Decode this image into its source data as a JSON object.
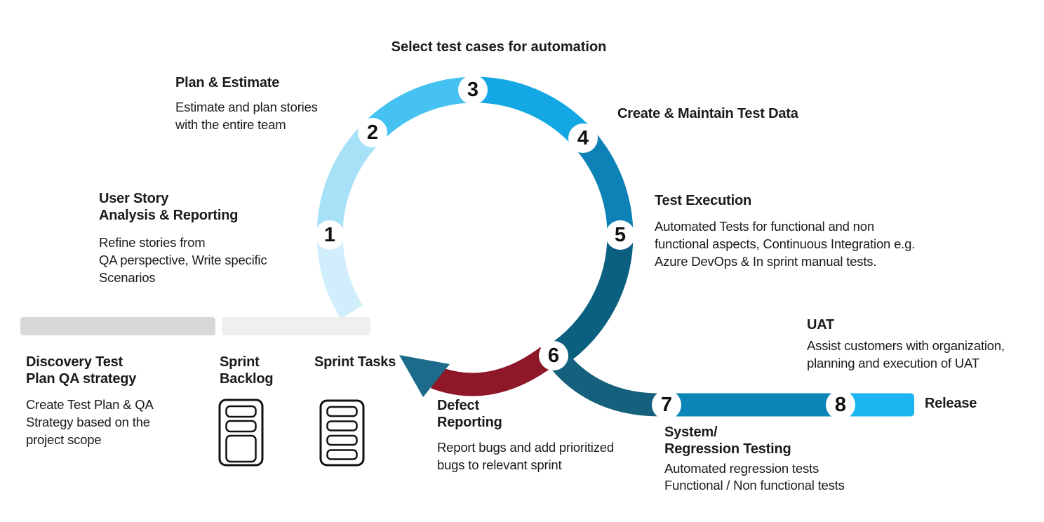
{
  "top_title": "Select test cases for automation",
  "step_numbers": [
    "1",
    "2",
    "3",
    "4",
    "5",
    "6",
    "7",
    "8"
  ],
  "labels": {
    "user_story": {
      "heading": "User Story\nAnalysis & Reporting",
      "body": "Refine stories from\nQA perspective,  Write specific\nScenarios"
    },
    "plan_estimate": {
      "heading": "Plan & Estimate",
      "body": "Estimate and plan stories\nwith the entire team"
    },
    "create_maintain": {
      "heading": "Create & Maintain Test Data"
    },
    "test_execution": {
      "heading": "Test Execution",
      "body": "Automated Tests for functional and non\nfunctional aspects, Continuous Integration e.g.\nAzure DevOps & In sprint manual tests."
    },
    "defect_reporting": {
      "heading": "Defect\nReporting",
      "body": "Report bugs and add prioritized\nbugs to relevant sprint"
    },
    "system_regression": {
      "heading": "System/\nRegression Testing",
      "body": "Automated regression tests\nFunctional / Non functional tests"
    },
    "uat": {
      "heading": "UAT",
      "body": "Assist customers with organization,\nplanning and execution of UAT"
    },
    "release": {
      "heading": "Release"
    },
    "discovery": {
      "heading": "Discovery Test\nPlan QA strategy",
      "body": "Create Test Plan & QA\nStrategy based on the\nproject scope"
    },
    "sprint_backlog": {
      "heading": "Sprint\nBacklog"
    },
    "sprint_tasks": {
      "heading": "Sprint Tasks"
    }
  },
  "colors": {
    "arc_tail": "#D0EEFC",
    "arc_1_2": "#A6E1F8",
    "arc_2_3": "#45C2F1",
    "arc_3_4": "#13A7E4",
    "arc_4_5": "#0D82B6",
    "arc_5_6": "#0B5F7F",
    "arc_6_7": "#15607C",
    "bar_7_8": "#0B86B7",
    "bar_release": "#1BB5F2",
    "defect_arrow": "#8E1728",
    "defect_arrowhead": "#1C6B8C",
    "gray_bar_dark": "#D8D8D8",
    "gray_bar_light": "#EFEFEF",
    "icon_stroke": "#111111",
    "text": "#1B1B1B"
  }
}
